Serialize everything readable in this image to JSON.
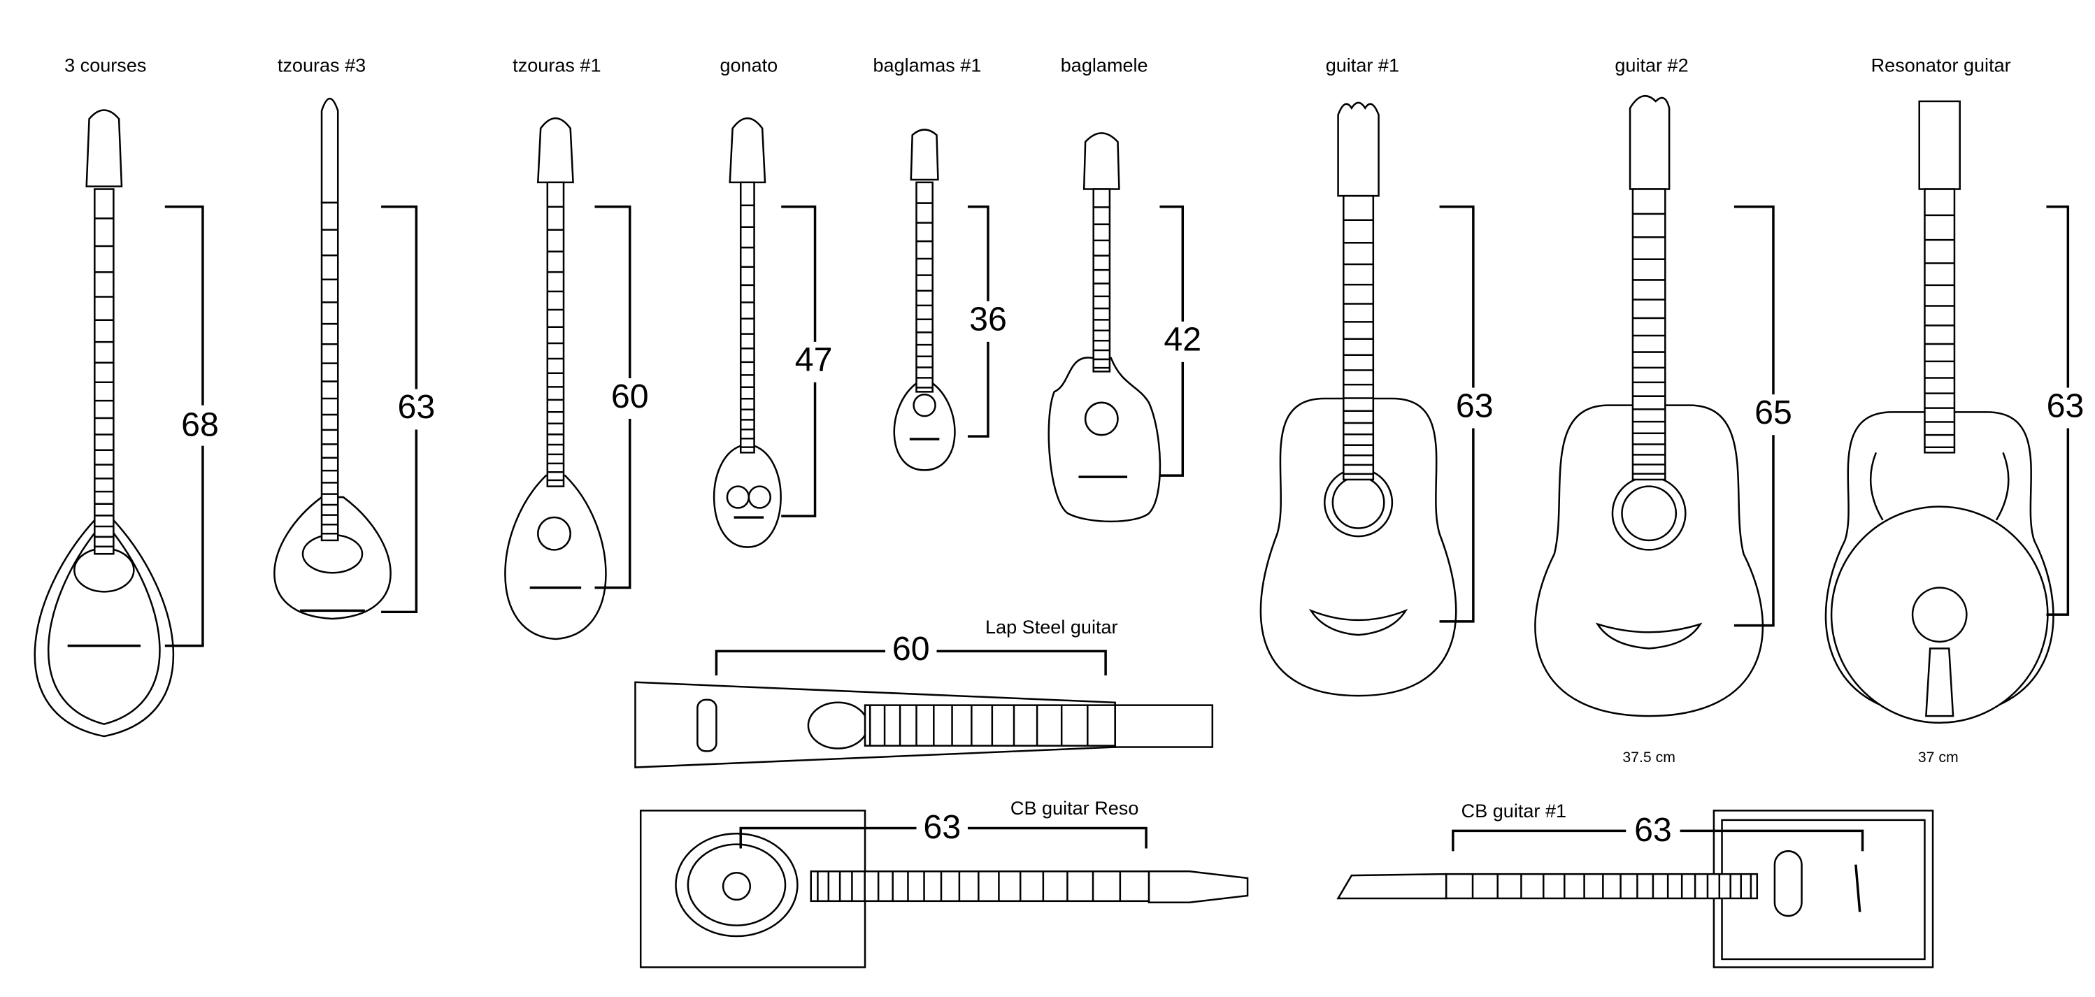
{
  "instruments": [
    {
      "name": "3 courses",
      "scale": "68"
    },
    {
      "name": "tzouras #3",
      "scale": "63"
    },
    {
      "name": "tzouras #1",
      "scale": "60"
    },
    {
      "name": "gonato",
      "scale": "47"
    },
    {
      "name": "baglamas #1",
      "scale": "36"
    },
    {
      "name": "baglamele",
      "scale": "42"
    },
    {
      "name": "guitar #1",
      "scale": "63"
    },
    {
      "name": "guitar #2",
      "scale": "65",
      "body_width": "37.5 cm"
    },
    {
      "name": "Resonator guitar",
      "scale": "63",
      "body_width": "37 cm"
    },
    {
      "name": "Lap Steel guitar",
      "scale": "60"
    },
    {
      "name": "CB guitar Reso",
      "scale": "63"
    },
    {
      "name": "CB guitar #1",
      "scale": "63"
    }
  ]
}
